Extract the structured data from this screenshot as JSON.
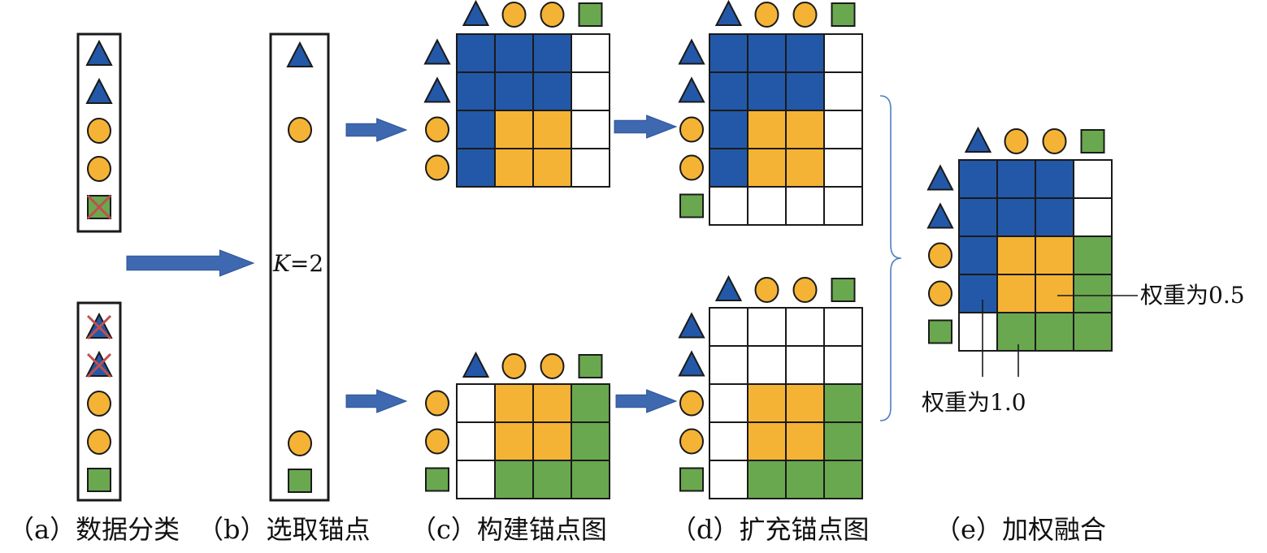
{
  "colors": {
    "blue": "#2358a8",
    "orange": "#f5b335",
    "green": "#6aa84f",
    "white": "#ffffff",
    "outline": "#1a1a1a",
    "arrow": "#3e68b0",
    "cross": "#c0504d",
    "brace": "#4f7fc0"
  },
  "captions": {
    "a": "（a）数据分类",
    "b": "（b）选取锚点",
    "c": "（c）构建锚点图",
    "d": "（d）扩充锚点图",
    "e": "（e）加权融合"
  },
  "anchor_k": {
    "var": "K",
    "rest": "=2"
  },
  "annotations": {
    "weight_half": "权重为0.5",
    "weight_one": "权重为1.0"
  },
  "panel_a": {
    "view1": [
      "triangle",
      "triangle",
      "circle",
      "circle",
      "square-crossed"
    ],
    "view2": [
      "triangle-crossed",
      "triangle-crossed",
      "circle",
      "circle",
      "square"
    ]
  },
  "panel_b": {
    "anchors": [
      "triangle",
      "circle",
      "circle",
      "square"
    ]
  },
  "panel_c": {
    "top": {
      "cols": [
        "triangle",
        "circle",
        "circle",
        "square"
      ],
      "rows": [
        "triangle",
        "triangle",
        "circle",
        "circle"
      ],
      "cells": [
        [
          "B",
          "B",
          "B",
          "W"
        ],
        [
          "B",
          "B",
          "B",
          "W"
        ],
        [
          "B",
          "O",
          "O",
          "W"
        ],
        [
          "B",
          "O",
          "O",
          "W"
        ]
      ]
    },
    "bottom": {
      "cols": [
        "triangle",
        "circle",
        "circle",
        "square"
      ],
      "rows": [
        "circle",
        "circle",
        "square"
      ],
      "cells": [
        [
          "W",
          "O",
          "O",
          "G"
        ],
        [
          "W",
          "O",
          "O",
          "G"
        ],
        [
          "W",
          "G",
          "G",
          "G"
        ]
      ]
    }
  },
  "panel_d": {
    "top": {
      "cols": [
        "triangle",
        "circle",
        "circle",
        "square"
      ],
      "rows": [
        "triangle",
        "triangle",
        "circle",
        "circle",
        "square"
      ],
      "cells": [
        [
          "B",
          "B",
          "B",
          "W"
        ],
        [
          "B",
          "B",
          "B",
          "W"
        ],
        [
          "B",
          "O",
          "O",
          "W"
        ],
        [
          "B",
          "O",
          "O",
          "W"
        ],
        [
          "W",
          "W",
          "W",
          "W"
        ]
      ]
    },
    "bottom": {
      "cols": [
        "triangle",
        "circle",
        "circle",
        "square"
      ],
      "rows": [
        "triangle",
        "triangle",
        "circle",
        "circle",
        "square"
      ],
      "cells": [
        [
          "W",
          "W",
          "W",
          "W"
        ],
        [
          "W",
          "W",
          "W",
          "W"
        ],
        [
          "W",
          "O",
          "O",
          "G"
        ],
        [
          "W",
          "O",
          "O",
          "G"
        ],
        [
          "W",
          "G",
          "G",
          "G"
        ]
      ]
    }
  },
  "panel_e": {
    "cols": [
      "triangle",
      "circle",
      "circle",
      "square"
    ],
    "rows": [
      "triangle",
      "triangle",
      "circle",
      "circle",
      "square"
    ],
    "cells": [
      [
        "B",
        "B",
        "B",
        "W"
      ],
      [
        "B",
        "B",
        "B",
        "W"
      ],
      [
        "B",
        "O",
        "O",
        "G"
      ],
      [
        "B",
        "O",
        "O",
        "G"
      ],
      [
        "W",
        "G",
        "G",
        "G"
      ]
    ]
  }
}
